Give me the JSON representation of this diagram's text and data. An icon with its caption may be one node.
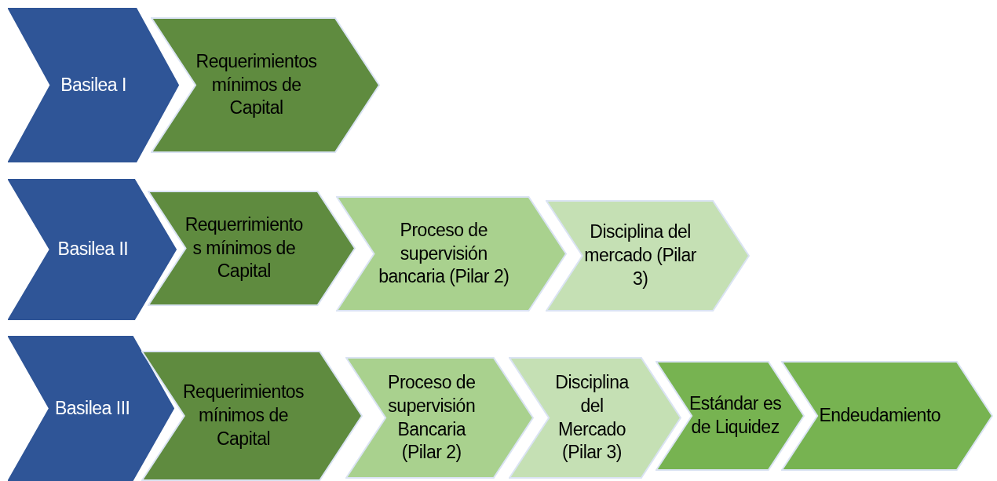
{
  "diagram": {
    "nodes": [
      {
        "text": [
          "Basilea I"
        ]
      },
      {
        "text": [
          "Requerimientos mínimos de Capital"
        ]
      },
      {
        "text": [
          "Basilea II"
        ]
      },
      {
        "text": [
          "Requerrimiento s mínimos de Capital"
        ]
      },
      {
        "text": [
          "Proceso de supervisión bancaria (Pilar 2)"
        ]
      },
      {
        "text": [
          "Disciplina del mercado (Pilar 3)"
        ]
      },
      {
        "text": [
          "Basilea III"
        ]
      },
      {
        "text": [
          "Requerimientos mínimos de Capital"
        ]
      },
      {
        "text": [
          "Proceso de supervisión Bancaria (Pilar 2)"
        ]
      },
      {
        "text": [
          "Disciplina del Mercado (Pilar 3)"
        ]
      },
      {
        "text": [
          "Estándar es de Liquidez"
        ]
      },
      {
        "text": [
          "Endeudamiento"
        ]
      }
    ]
  }
}
